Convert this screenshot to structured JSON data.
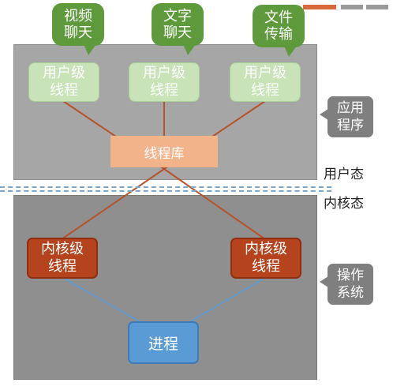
{
  "bubbles": [
    {
      "text": "视频\n聊天"
    },
    {
      "text": "文字\n聊天"
    },
    {
      "text": "文件\n传输"
    }
  ],
  "user_threads": [
    {
      "label": "用户级\n线程"
    },
    {
      "label": "用户级\n线程"
    },
    {
      "label": "用户级\n线程"
    }
  ],
  "thread_library": {
    "label": "线程库"
  },
  "kernel_threads": [
    {
      "label": "内核级\n线程"
    },
    {
      "label": "内核级\n线程"
    }
  ],
  "process": {
    "label": "进程"
  },
  "side": {
    "app_label": "应用\n程序",
    "os_label": "操作\n系统",
    "user_mode": "用户态",
    "kernel_mode": "内核态"
  },
  "colors": {
    "user_connector": "#b5532b",
    "kernel_connector": "#5b9bd5",
    "bubble": "#5e9a3c",
    "user_thread": "#c7e3b7",
    "kernel_thread": "#b4431e"
  }
}
